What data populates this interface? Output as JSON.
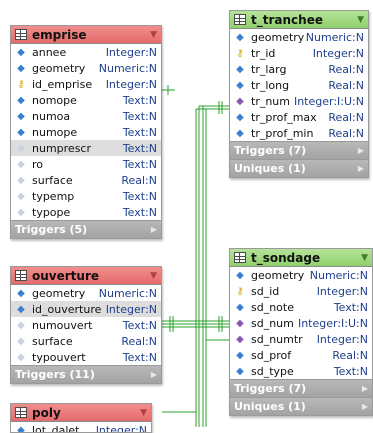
{
  "tables": {
    "emprise": {
      "name": "emprise",
      "columns": [
        {
          "name": "annee",
          "type": "Integer:N",
          "icon": "column-icon"
        },
        {
          "name": "geometry",
          "type": "Numeric:N",
          "icon": "column-icon"
        },
        {
          "name": "id_emprise",
          "type": "Integer:N",
          "icon": "key-icon"
        },
        {
          "name": "nomope",
          "type": "Text:N",
          "icon": "column-icon"
        },
        {
          "name": "numoa",
          "type": "Text:N",
          "icon": "column-icon"
        },
        {
          "name": "numope",
          "type": "Text:N",
          "icon": "column-icon"
        },
        {
          "name": "numprescr",
          "type": "Text:N",
          "icon": "column-icon"
        },
        {
          "name": "ro",
          "type": "Text:N",
          "icon": "column-icon"
        },
        {
          "name": "surface",
          "type": "Real:N",
          "icon": "column-icon"
        },
        {
          "name": "typemp",
          "type": "Text:N",
          "icon": "column-icon"
        },
        {
          "name": "typope",
          "type": "Text:N",
          "icon": "column-icon"
        }
      ],
      "footers": [
        "Triggers (5)"
      ]
    },
    "ouverture": {
      "name": "ouverture",
      "columns": [
        {
          "name": "geometry",
          "type": "Numeric:N",
          "icon": "column-icon"
        },
        {
          "name": "id_ouverture",
          "type": "Integer:N",
          "icon": "column-icon"
        },
        {
          "name": "numouvert",
          "type": "Text:N",
          "icon": "column-icon"
        },
        {
          "name": "surface",
          "type": "Real:N",
          "icon": "column-icon"
        },
        {
          "name": "typouvert",
          "type": "Text:N",
          "icon": "column-icon"
        }
      ],
      "footers": [
        "Triggers (11)"
      ]
    },
    "poly": {
      "name": "poly",
      "columns": [
        {
          "name": "lot_dalet",
          "type": "Integer:N",
          "icon": "column-icon"
        }
      ]
    },
    "t_tranchee": {
      "name": "t_tranchee",
      "columns": [
        {
          "name": "geometry",
          "type": "Numeric:N",
          "icon": "column-icon"
        },
        {
          "name": "tr_id",
          "type": "Integer:N",
          "icon": "key-icon"
        },
        {
          "name": "tr_larg",
          "type": "Real:N",
          "icon": "column-icon"
        },
        {
          "name": "tr_long",
          "type": "Real:N",
          "icon": "column-icon"
        },
        {
          "name": "tr_num",
          "type": "Integer:I:U:N",
          "icon": "column-icon"
        },
        {
          "name": "tr_prof_max",
          "type": "Real:N",
          "icon": "column-icon"
        },
        {
          "name": "tr_prof_min",
          "type": "Real:N",
          "icon": "column-icon"
        }
      ],
      "footers": [
        "Triggers (7)",
        "Uniques (1)"
      ]
    },
    "t_sondage": {
      "name": "t_sondage",
      "columns": [
        {
          "name": "geometry",
          "type": "Numeric:N",
          "icon": "column-icon"
        },
        {
          "name": "sd_id",
          "type": "Integer:N",
          "icon": "key-icon"
        },
        {
          "name": "sd_note",
          "type": "Text:N",
          "icon": "column-icon"
        },
        {
          "name": "sd_num",
          "type": "Integer:I:U:N",
          "icon": "column-icon"
        },
        {
          "name": "sd_numtr",
          "type": "Integer:N",
          "icon": "column-icon"
        },
        {
          "name": "sd_prof",
          "type": "Real:N",
          "icon": "column-icon"
        },
        {
          "name": "sd_type",
          "type": "Text:N",
          "icon": "column-icon"
        }
      ],
      "footers": [
        "Triggers (7)",
        "Uniques (1)"
      ]
    }
  }
}
